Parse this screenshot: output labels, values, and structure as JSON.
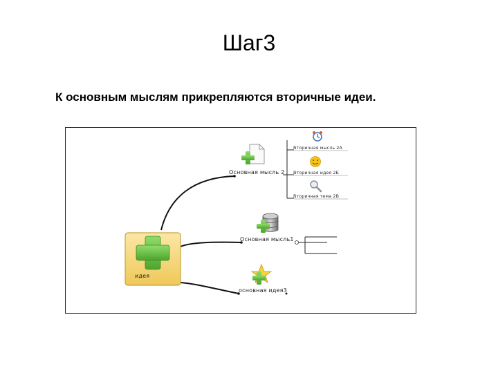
{
  "slide": {
    "title": "Шаг3",
    "subtitle": "К основным мыслям прикрепляются вторичные идеи."
  },
  "mindmap": {
    "central_label": "идея",
    "main_thoughts": [
      "Основная мысль 2",
      "Основная мысль1",
      "основная идея3"
    ],
    "secondary_ideas": [
      "Вторичная мысль 2А",
      "Вторичная идея 2Б",
      "Вторичная тема 2В"
    ],
    "icons": [
      "plus-icon",
      "document-icon",
      "database-icon",
      "star-icon",
      "clock-icon",
      "smiley-icon",
      "magnifier-icon"
    ],
    "colors": {
      "plus": "#6cc04a",
      "central_fill": "#f5d67a",
      "central_border": "#c9a33a"
    }
  }
}
